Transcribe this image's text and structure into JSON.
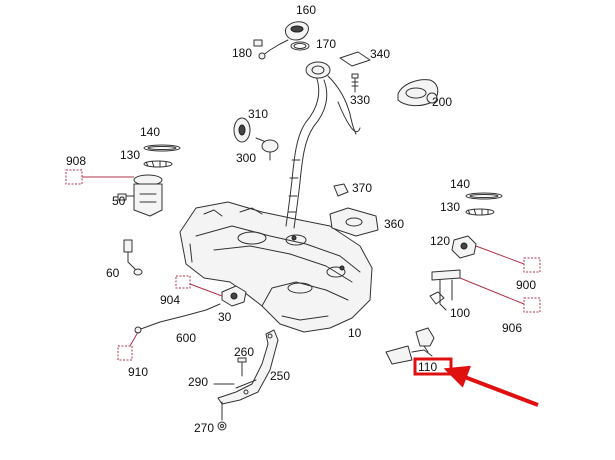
{
  "diagram": {
    "accent_color": "#e01010",
    "part_labels": {
      "p10": "10",
      "p30": "30",
      "p50": "50",
      "p60": "60",
      "p100": "100",
      "p110": "110",
      "p120": "120",
      "p130a": "130",
      "p130b": "130",
      "p140a": "140",
      "p140b": "140",
      "p160": "160",
      "p170": "170",
      "p180": "180",
      "p200": "200",
      "p250": "250",
      "p260": "260",
      "p270": "270",
      "p290": "290",
      "p300": "300",
      "p310": "310",
      "p330": "330",
      "p340": "340",
      "p360": "360",
      "p370": "370",
      "p600": "600",
      "p900": "900",
      "p904": "904",
      "p906": "906",
      "p908": "908",
      "p910": "910"
    },
    "highlighted_part": "110"
  }
}
